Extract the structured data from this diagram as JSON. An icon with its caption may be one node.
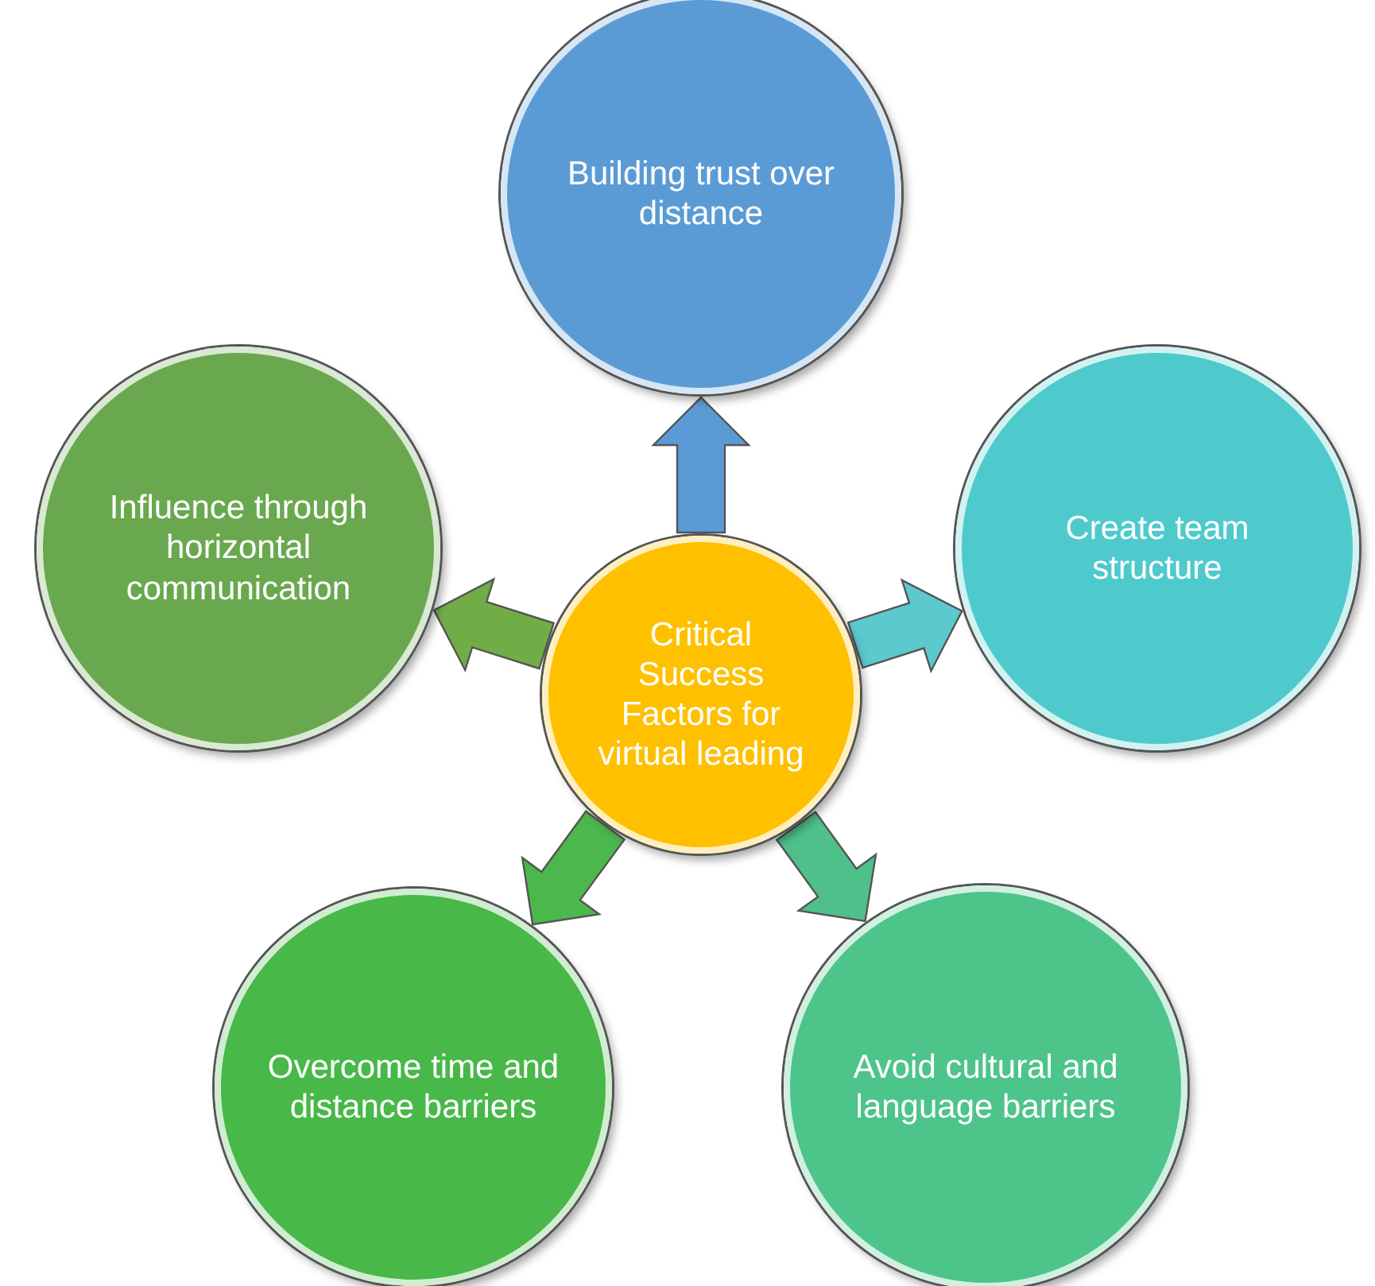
{
  "diagram": {
    "nodes": [
      {
        "text": [
          "Critical Success Factors for virtual leading"
        ]
      },
      {
        "text": [
          "Building trust over distance"
        ]
      },
      {
        "text": [
          "Create team structure"
        ]
      },
      {
        "text": [
          "Avoid cultural and language barriers"
        ]
      },
      {
        "text": [
          "Overcome time and distance barriers"
        ]
      },
      {
        "text": [
          "Influence through horizontal communication"
        ]
      }
    ],
    "edges": [
      {
        "from": 0,
        "to": 1,
        "arrow": "to",
        "style": "thick",
        "color": "#5b9bd5"
      },
      {
        "from": 0,
        "to": 2,
        "arrow": "to",
        "style": "thick",
        "color": "#5cc9cf"
      },
      {
        "from": 0,
        "to": 3,
        "arrow": "to",
        "style": "thick",
        "color": "#4fc08a"
      },
      {
        "from": 0,
        "to": 4,
        "arrow": "to",
        "style": "thick",
        "color": "#4cb74c"
      },
      {
        "from": 0,
        "to": 5,
        "arrow": "to",
        "style": "thick",
        "color": "#70ad47"
      }
    ]
  }
}
